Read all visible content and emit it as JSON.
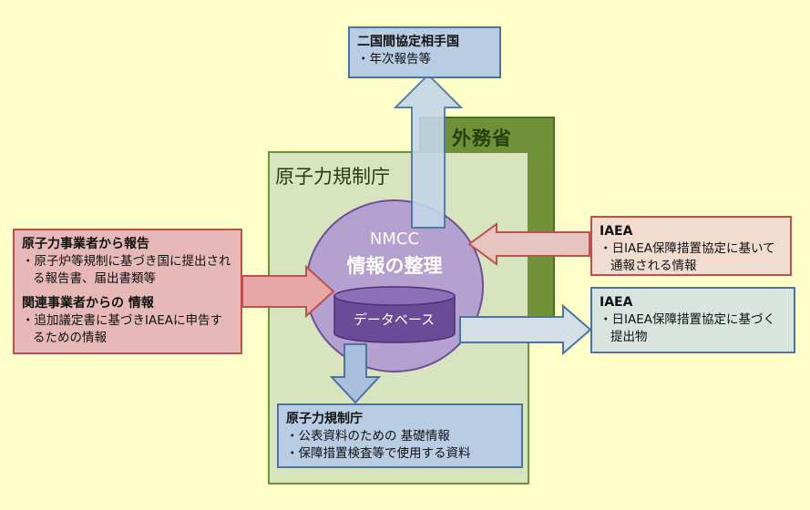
{
  "mofa": {
    "label": "外務省"
  },
  "nra": {
    "label": "原子力規制庁"
  },
  "top_box": {
    "title": "二国間協定相手国",
    "bullets": [
      "・年次報告等"
    ]
  },
  "left_box": {
    "title1": "原子力事業者から報告",
    "bullet1": "・原子炉等規制に基づき国に提出される報告書、届出書類等",
    "title2": "関連事業者からの 情報",
    "bullet2": "・追加議定書に基づきIAEAに申告するための情報"
  },
  "right_red_box": {
    "title": "IAEA",
    "bullet": "・日IAEA保障措置協定に基いて通報される情報"
  },
  "right_green_box": {
    "title": "IAEA",
    "bullet": "・日IAEA保障措置協定に基づく提出物"
  },
  "bottom_box": {
    "title": "原子力規制庁",
    "bullets": [
      "・公表資料のための 基礎情報",
      "・保障措置検査等で使用する資料"
    ]
  },
  "center": {
    "line1": "NMCC",
    "line2": "情報の整理",
    "db": "データベース"
  },
  "colors": {
    "background": "#ffffc9",
    "mofa": "#6f9238",
    "nra": "#d8e4bd",
    "circle": "#b4a1cf",
    "database": "#6b4a97",
    "blue_box": "#b8cce4",
    "red_box": "#e6b8b7"
  }
}
